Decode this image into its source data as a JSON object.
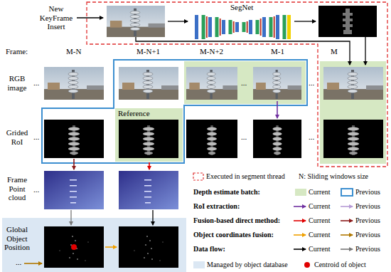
{
  "diagram": {
    "nodes": [
      {
        "text": [
          "Reference"
        ]
      },
      {
        "text": [
          "Global Object Position"
        ]
      }
    ],
    "labels": [
      "New KeyFrame Insert",
      "Frame:",
      "M-N",
      "M-N+1",
      "M-N+2",
      "M-1",
      "M",
      "RGB image",
      "Grided RoI",
      "Frame Point cloud",
      "...",
      "...",
      "...",
      "...",
      "...",
      "...",
      "...",
      "...",
      "N: Sliding windows size",
      "Depth estimate batch:",
      "RoI extraction:",
      "Fusion-based direct method:",
      "Object coordinates fusion:",
      "Data flow:",
      "SegNet"
    ],
    "legend": [
      {
        "text": "Executed in segment thread"
      },
      {
        "text": "Current",
        "color": "#d6e8c3"
      },
      {
        "text": "Previous"
      },
      {
        "text": "Current"
      },
      {
        "text": "Previous"
      },
      {
        "text": "Current"
      },
      {
        "text": "Previous"
      },
      {
        "text": "Current"
      },
      {
        "text": "Previous"
      },
      {
        "text": "Current"
      },
      {
        "text": "Previous"
      },
      {
        "text": "Managed by object database",
        "color": "#dbe7f3"
      },
      {
        "text": "Centroid of object"
      }
    ]
  }
}
